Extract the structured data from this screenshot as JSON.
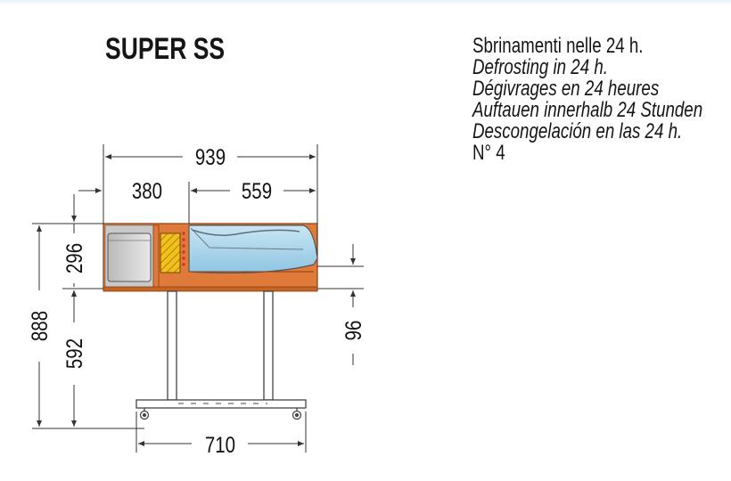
{
  "product": {
    "model": "SUPER SS"
  },
  "defrost": {
    "it": "Sbrinamenti nelle 24 h.",
    "en": "Defrosting in 24 h.",
    "fr": "Dégivrages en 24 heures",
    "de": "Auftauen innerhalb 24 Stunden",
    "es": "Descongelación en las 24 h.",
    "count": "N° 4"
  },
  "dimensions": {
    "total_width": "939",
    "compartment_width": "380",
    "display_width": "559",
    "cabinet_height": "296",
    "total_height": "888",
    "stand_height": "592",
    "base_offset": "96",
    "base_width": "710"
  },
  "colors": {
    "cabinet": "#e07a3a",
    "glass": "#a9d3ea",
    "hatch": "#f2c21a",
    "dots": "#d9302c",
    "lines": "#444444"
  }
}
